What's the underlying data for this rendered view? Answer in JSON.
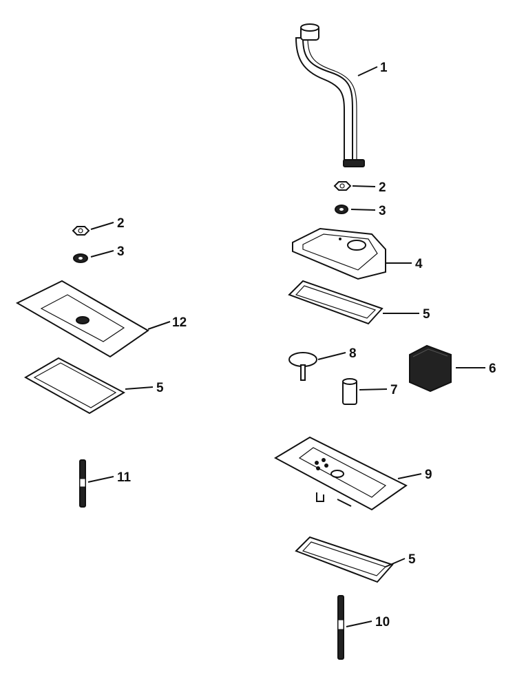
{
  "diagram": {
    "callouts": [
      {
        "id": "c1",
        "label": "1"
      },
      {
        "id": "c2a",
        "label": "2"
      },
      {
        "id": "c3a",
        "label": "3"
      },
      {
        "id": "c4",
        "label": "4"
      },
      {
        "id": "c5a",
        "label": "5"
      },
      {
        "id": "c6",
        "label": "6"
      },
      {
        "id": "c7",
        "label": "7"
      },
      {
        "id": "c8",
        "label": "8"
      },
      {
        "id": "c9",
        "label": "9"
      },
      {
        "id": "c5b",
        "label": "5"
      },
      {
        "id": "c10",
        "label": "10"
      },
      {
        "id": "c2b",
        "label": "2"
      },
      {
        "id": "c3b",
        "label": "3"
      },
      {
        "id": "c12",
        "label": "12"
      },
      {
        "id": "c5c",
        "label": "5"
      },
      {
        "id": "c11",
        "label": "11"
      }
    ]
  }
}
